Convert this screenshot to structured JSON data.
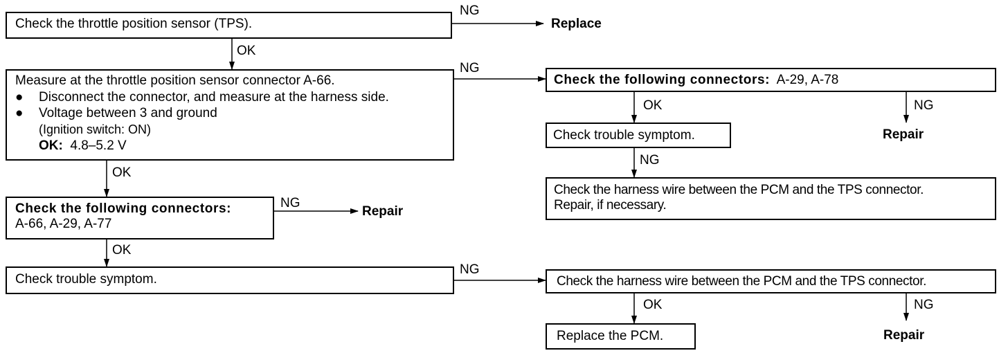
{
  "box1": {
    "text": "Check the throttle position sensor (TPS)."
  },
  "box2": {
    "title": "Measure at the throttle position sensor connector A-66.",
    "bullet": "●",
    "bullet1": "Disconnect the connector, and measure at the harness side.",
    "bullet2": "Voltage between 3 and ground",
    "paren": "(Ignition switch: ON)",
    "ok_label": "OK:",
    "ok_value": "4.8–5.2 V"
  },
  "box3": {
    "bold": "Check the following connectors:",
    "rest": "A-66, A-29, A-77"
  },
  "box4": {
    "text": "Check trouble symptom."
  },
  "rbox1": {
    "bold": "Check the following connectors:",
    "rest": "A-29, A-78"
  },
  "rbox2": {
    "text": "Check trouble symptom."
  },
  "rbox3": {
    "line1": "Check the harness wire between the PCM and the TPS connector.",
    "line2": "Repair, if necessary."
  },
  "rbox4": {
    "text": "Check the harness wire between the PCM and the TPS connector."
  },
  "rbox5": {
    "text": "Replace the PCM."
  },
  "labels": {
    "ng": "NG",
    "ok": "OK",
    "replace": "Replace",
    "repair": "Repair"
  }
}
